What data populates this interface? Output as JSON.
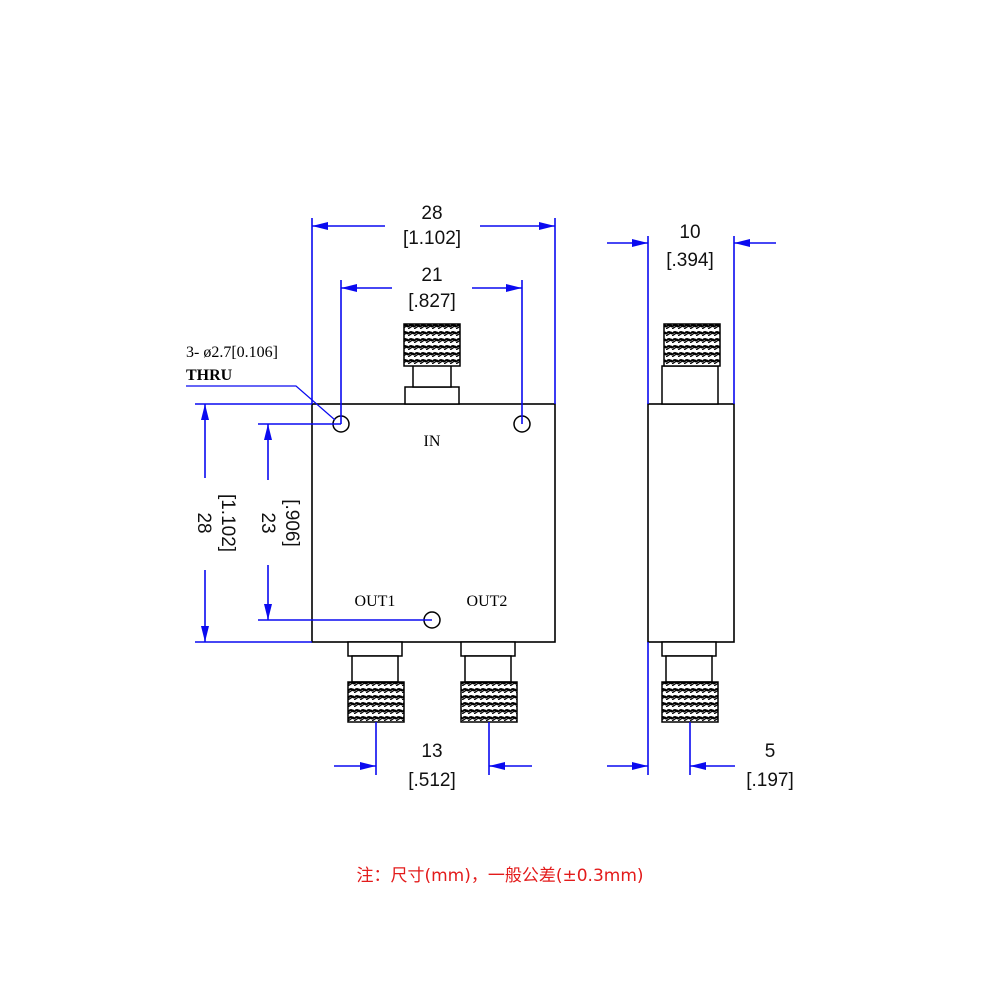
{
  "front_view": {
    "dim_width": {
      "value": "28",
      "inch": "[1.102]"
    },
    "dim_port_spacing": {
      "value": "21",
      "inch": "[.827]"
    },
    "dim_height": {
      "value": "28",
      "inch": "[1.102]"
    },
    "dim_hole_spacing": {
      "value": "23",
      "inch": "[.906]"
    },
    "dim_out_spacing": {
      "value": "13",
      "inch": "[.512]"
    },
    "hole_note_line1": "3- ø2.7[0.106]",
    "hole_note_line2": "THRU",
    "port_in": "IN",
    "port_out1": "OUT1",
    "port_out2": "OUT2"
  },
  "side_view": {
    "dim_thickness": {
      "value": "10",
      "inch": "[.394]"
    },
    "dim_offset": {
      "value": "5",
      "inch": "[.197]"
    }
  },
  "note": "注：尺寸(mm)，一般公差(±0.3mm)"
}
